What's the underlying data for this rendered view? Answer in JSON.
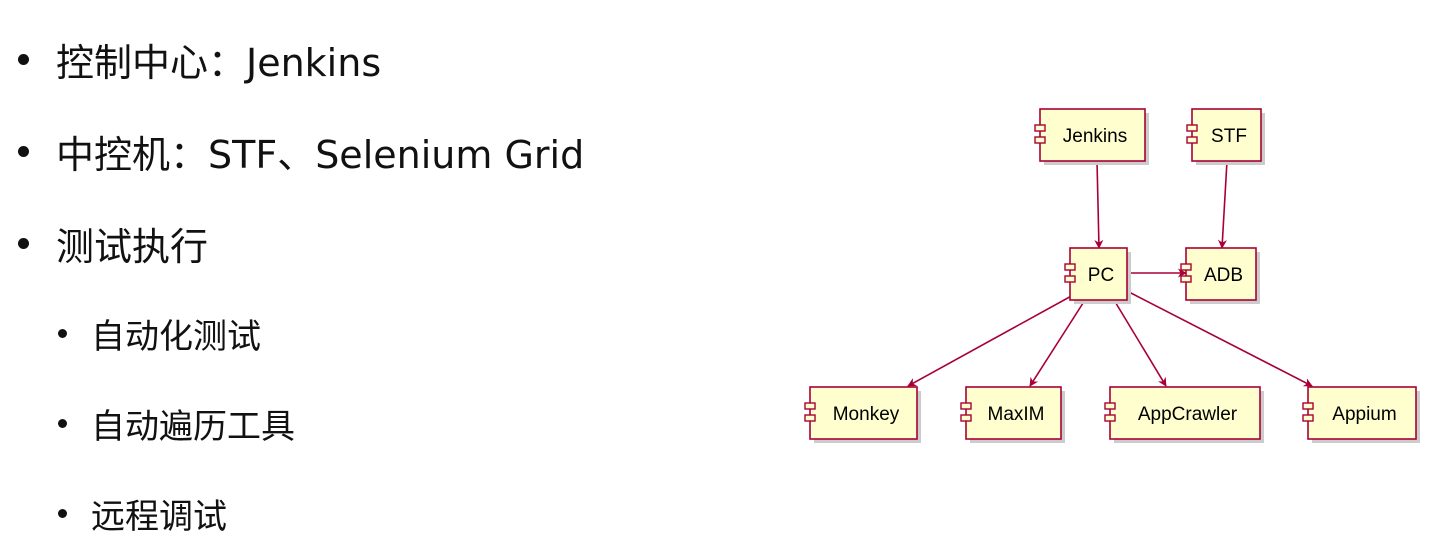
{
  "bullets": [
    {
      "text": "控制中心：Jenkins",
      "level": 0
    },
    {
      "text": "中控机：STF、Selenium Grid",
      "level": 0
    },
    {
      "text": "测试执行",
      "level": 0
    },
    {
      "text": "自动化测试",
      "level": 1
    },
    {
      "text": "自动遍历工具",
      "level": 1
    },
    {
      "text": "远程调试",
      "level": 1
    }
  ],
  "diagram": {
    "style": {
      "node_fill": "#FEFECE",
      "node_border": "#A80036",
      "edge_color": "#A80036",
      "shadow": "#CCCCCC"
    },
    "nodes": [
      {
        "id": "jenkins",
        "label": "Jenkins"
      },
      {
        "id": "stf",
        "label": "STF"
      },
      {
        "id": "pc",
        "label": "PC"
      },
      {
        "id": "adb",
        "label": "ADB"
      },
      {
        "id": "monkey",
        "label": "Monkey"
      },
      {
        "id": "maxim",
        "label": "MaxIM"
      },
      {
        "id": "appcrawler",
        "label": "AppCrawler"
      },
      {
        "id": "appium",
        "label": "Appium"
      }
    ],
    "edges": [
      {
        "from": "jenkins",
        "to": "pc"
      },
      {
        "from": "stf",
        "to": "adb"
      },
      {
        "from": "pc",
        "to": "adb"
      },
      {
        "from": "pc",
        "to": "monkey"
      },
      {
        "from": "pc",
        "to": "maxim"
      },
      {
        "from": "pc",
        "to": "appcrawler"
      },
      {
        "from": "pc",
        "to": "appium"
      }
    ]
  }
}
